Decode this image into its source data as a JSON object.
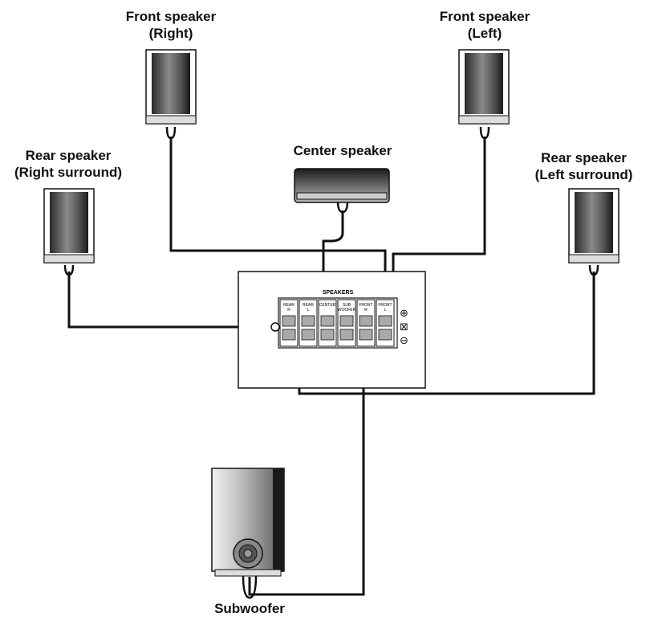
{
  "labels": {
    "front_right": {
      "line1": "Front speaker",
      "line2": "(Right)"
    },
    "front_left": {
      "line1": "Front speaker",
      "line2": "(Left)"
    },
    "center": {
      "line1": "Center speaker"
    },
    "rear_right": {
      "line1": "Rear speaker",
      "line2": "(Right surround)"
    },
    "rear_left": {
      "line1": "Rear speaker",
      "line2": "(Left surround)"
    },
    "subwoofer": {
      "line1": "Subwoofer"
    }
  },
  "panel": {
    "header": "SPEAKERS",
    "terminals": [
      {
        "line1": "REAR",
        "line2": "R"
      },
      {
        "line1": "REAR",
        "line2": "L"
      },
      {
        "line1": "CENTER",
        "line2": ""
      },
      {
        "line1": "SUB",
        "line2": "WOOFER"
      },
      {
        "line1": "FRONT",
        "line2": "R"
      },
      {
        "line1": "FRONT",
        "line2": "L"
      }
    ],
    "polarity": [
      "⊕",
      "⊠",
      "⊖"
    ]
  }
}
